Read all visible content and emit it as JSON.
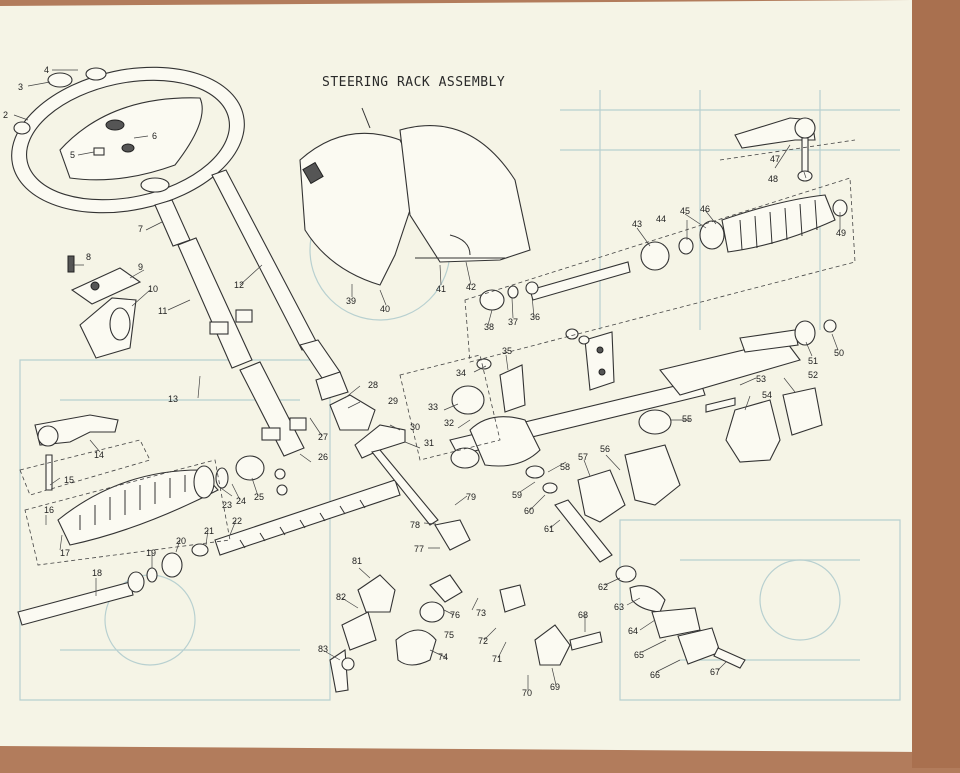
{
  "title": "STEERING RACK ASSEMBLY",
  "colors": {
    "paper": "#f5f4e6",
    "ink": "#333333",
    "background": "#b27c5c",
    "ghost": "#b8d0d0"
  },
  "callouts": [
    {
      "n": "2"
    },
    {
      "n": "3"
    },
    {
      "n": "4"
    },
    {
      "n": "5"
    },
    {
      "n": "6"
    },
    {
      "n": "7"
    },
    {
      "n": "8"
    },
    {
      "n": "9"
    },
    {
      "n": "10"
    },
    {
      "n": "11"
    },
    {
      "n": "12"
    },
    {
      "n": "13"
    },
    {
      "n": "14"
    },
    {
      "n": "15"
    },
    {
      "n": "16"
    },
    {
      "n": "17"
    },
    {
      "n": "18"
    },
    {
      "n": "19"
    },
    {
      "n": "20"
    },
    {
      "n": "21"
    },
    {
      "n": "22"
    },
    {
      "n": "23"
    },
    {
      "n": "24"
    },
    {
      "n": "25"
    },
    {
      "n": "26"
    },
    {
      "n": "27"
    },
    {
      "n": "28"
    },
    {
      "n": "29"
    },
    {
      "n": "30"
    },
    {
      "n": "31"
    },
    {
      "n": "32"
    },
    {
      "n": "33"
    },
    {
      "n": "34"
    },
    {
      "n": "35"
    },
    {
      "n": "36"
    },
    {
      "n": "37"
    },
    {
      "n": "38"
    },
    {
      "n": "39"
    },
    {
      "n": "40"
    },
    {
      "n": "41"
    },
    {
      "n": "42"
    },
    {
      "n": "43"
    },
    {
      "n": "44"
    },
    {
      "n": "45"
    },
    {
      "n": "46"
    },
    {
      "n": "47"
    },
    {
      "n": "48"
    },
    {
      "n": "49"
    },
    {
      "n": "50"
    },
    {
      "n": "51"
    },
    {
      "n": "52"
    },
    {
      "n": "53"
    },
    {
      "n": "54"
    },
    {
      "n": "55"
    },
    {
      "n": "56"
    },
    {
      "n": "57"
    },
    {
      "n": "58"
    },
    {
      "n": "59"
    },
    {
      "n": "60"
    },
    {
      "n": "61"
    },
    {
      "n": "62"
    },
    {
      "n": "63"
    },
    {
      "n": "64"
    },
    {
      "n": "65"
    },
    {
      "n": "66"
    },
    {
      "n": "67"
    },
    {
      "n": "68"
    },
    {
      "n": "69"
    },
    {
      "n": "70"
    },
    {
      "n": "71"
    },
    {
      "n": "72"
    },
    {
      "n": "73"
    },
    {
      "n": "74"
    },
    {
      "n": "75"
    },
    {
      "n": "76"
    },
    {
      "n": "77"
    },
    {
      "n": "78"
    },
    {
      "n": "79"
    },
    {
      "n": "81"
    },
    {
      "n": "82"
    },
    {
      "n": "83"
    }
  ]
}
